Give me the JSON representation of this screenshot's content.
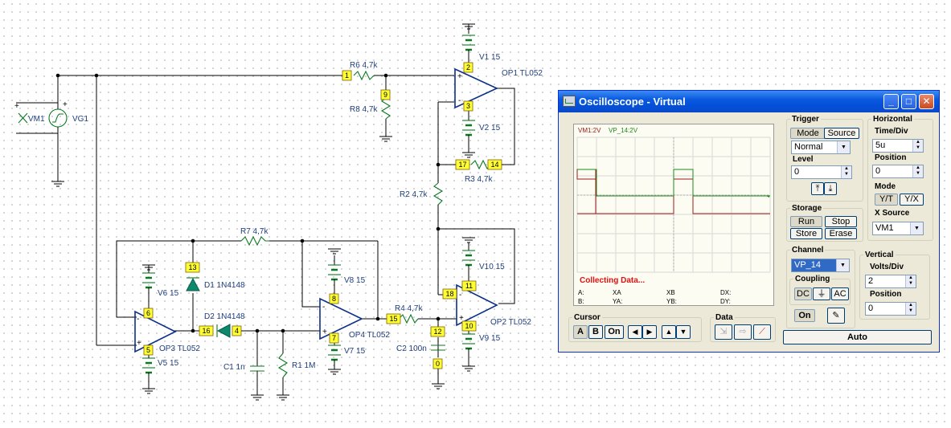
{
  "schematic": {
    "labels": {
      "vm1": "VM1",
      "vg1": "VG1",
      "r6": "R6 4,7k",
      "r8": "R8 4,7k",
      "v1": "V1 15",
      "v2": "V2 15",
      "op1": "OP1 TL052",
      "r3": "R3 4,7k",
      "r2": "R2 4,7k",
      "r7": "R7 4,7k",
      "d1": "D1 1N4148",
      "d2": "D2 1N4148",
      "v6": "V6 15",
      "v5": "V5 15",
      "op3": "OP3 TL052",
      "v8": "V8 15",
      "v7": "V7 15",
      "op4": "OP4 TL052",
      "c1": "C1 1n",
      "r1": "R1 1M",
      "r4": "R4 4,7k",
      "c2": "C2 100n",
      "v10": "V10 15",
      "v9": "V9 15",
      "op2": "OP2 TL052"
    },
    "nodes": {
      "n1": "1",
      "n2": "2",
      "n9": "9",
      "n3": "3",
      "n17": "17",
      "n14": "14",
      "n13": "13",
      "n6": "6",
      "n5": "5",
      "n16": "16",
      "n4": "4",
      "n8": "8",
      "n7": "7",
      "n15": "15",
      "n12": "12",
      "n0": "0",
      "n11": "11",
      "n18": "18",
      "n10": "10"
    },
    "wire_color": "#000000",
    "component_color": "#0a7a20",
    "node_color": "#ffff33"
  },
  "oscilloscope": {
    "title": "Oscilloscope - Virtual",
    "titlebar_color": "#0a5ae0",
    "legend_ch1": "VM1:2V",
    "legend_ch2": "VP_14:2V",
    "status": "Collecting Data...",
    "readouts": {
      "a": "A:",
      "b": "B:",
      "xa": "XA",
      "ya": "YA:",
      "xb": "XB",
      "yb": "YB:",
      "dx": "DX:",
      "dy": "DY:"
    },
    "trigger": {
      "title": "Trigger",
      "mode": "Mode",
      "source": "Source",
      "mode_value": "Normal",
      "level_label": "Level",
      "level_value": "0"
    },
    "horizontal": {
      "title": "Horizontal",
      "timediv_label": "Time/Div",
      "timediv_value": "5u",
      "position_label": "Position",
      "position_value": "0",
      "mode_label": "Mode",
      "yt": "Y/T",
      "yx": "Y/X",
      "xsource_label": "X Source",
      "xsource_value": "VM1"
    },
    "storage": {
      "title": "Storage",
      "run": "Run",
      "stop": "Stop",
      "store": "Store",
      "erase": "Erase"
    },
    "channel": {
      "title": "Channel",
      "value": "VP_14",
      "coupling": "Coupling",
      "dc": "DC",
      "gnd": "⏚",
      "ac": "AC",
      "on": "On"
    },
    "vertical": {
      "title": "Vertical",
      "voltsdiv_label": "Volts/Div",
      "voltsdiv_value": "2",
      "position_label": "Position",
      "position_value": "0"
    },
    "cursor": {
      "title": "Cursor",
      "a": "A",
      "b": "B",
      "on": "On"
    },
    "data": {
      "title": "Data"
    },
    "auto": "Auto",
    "trace_ch1_color": "#a01818",
    "trace_ch2_color": "#1a8a1a"
  }
}
